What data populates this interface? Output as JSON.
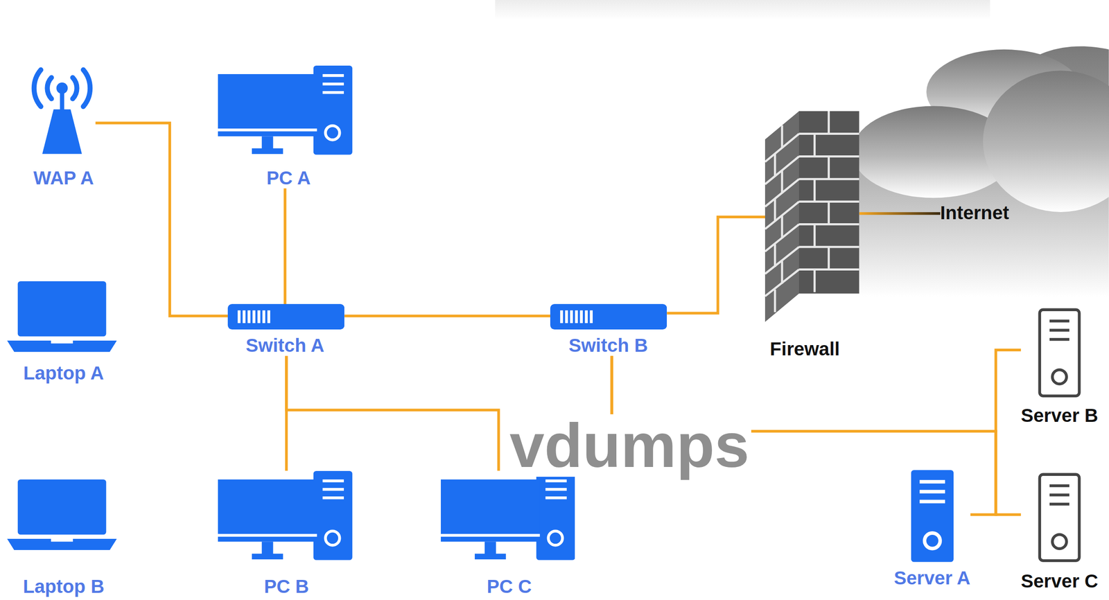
{
  "diagram": {
    "nodes": [
      {
        "text": [
          "WAP A"
        ]
      },
      {
        "text": [
          "PC A"
        ]
      },
      {
        "text": [
          "Firewall"
        ]
      },
      {
        "text": [
          "Internet"
        ]
      },
      {
        "text": [
          "Laptop A"
        ]
      },
      {
        "text": [
          "Switch A"
        ]
      },
      {
        "text": [
          "Switch B"
        ]
      },
      {
        "text": [
          "Server B"
        ]
      },
      {
        "text": [
          "Laptop B"
        ]
      },
      {
        "text": [
          "PC B"
        ]
      },
      {
        "text": [
          "PC C"
        ]
      },
      {
        "text": [
          "Server A"
        ]
      },
      {
        "text": [
          "Server C"
        ]
      }
    ],
    "edges": [
      {
        "from": 0,
        "to": 5,
        "arrow": "none"
      },
      {
        "from": 1,
        "to": 5,
        "arrow": "none"
      },
      {
        "from": 5,
        "to": 6,
        "arrow": "none"
      },
      {
        "from": 5,
        "to": 9,
        "arrow": "none"
      },
      {
        "from": 5,
        "to": 10,
        "arrow": "none"
      },
      {
        "from": 6,
        "to": 2,
        "arrow": "none"
      },
      {
        "from": 2,
        "to": 3,
        "arrow": "none"
      },
      {
        "from": 6,
        "to": 7,
        "arrow": "none"
      },
      {
        "from": 6,
        "to": 11,
        "arrow": "none"
      },
      {
        "from": 6,
        "to": 12,
        "arrow": "none"
      }
    ],
    "labels": [
      "vdumps"
    ]
  }
}
